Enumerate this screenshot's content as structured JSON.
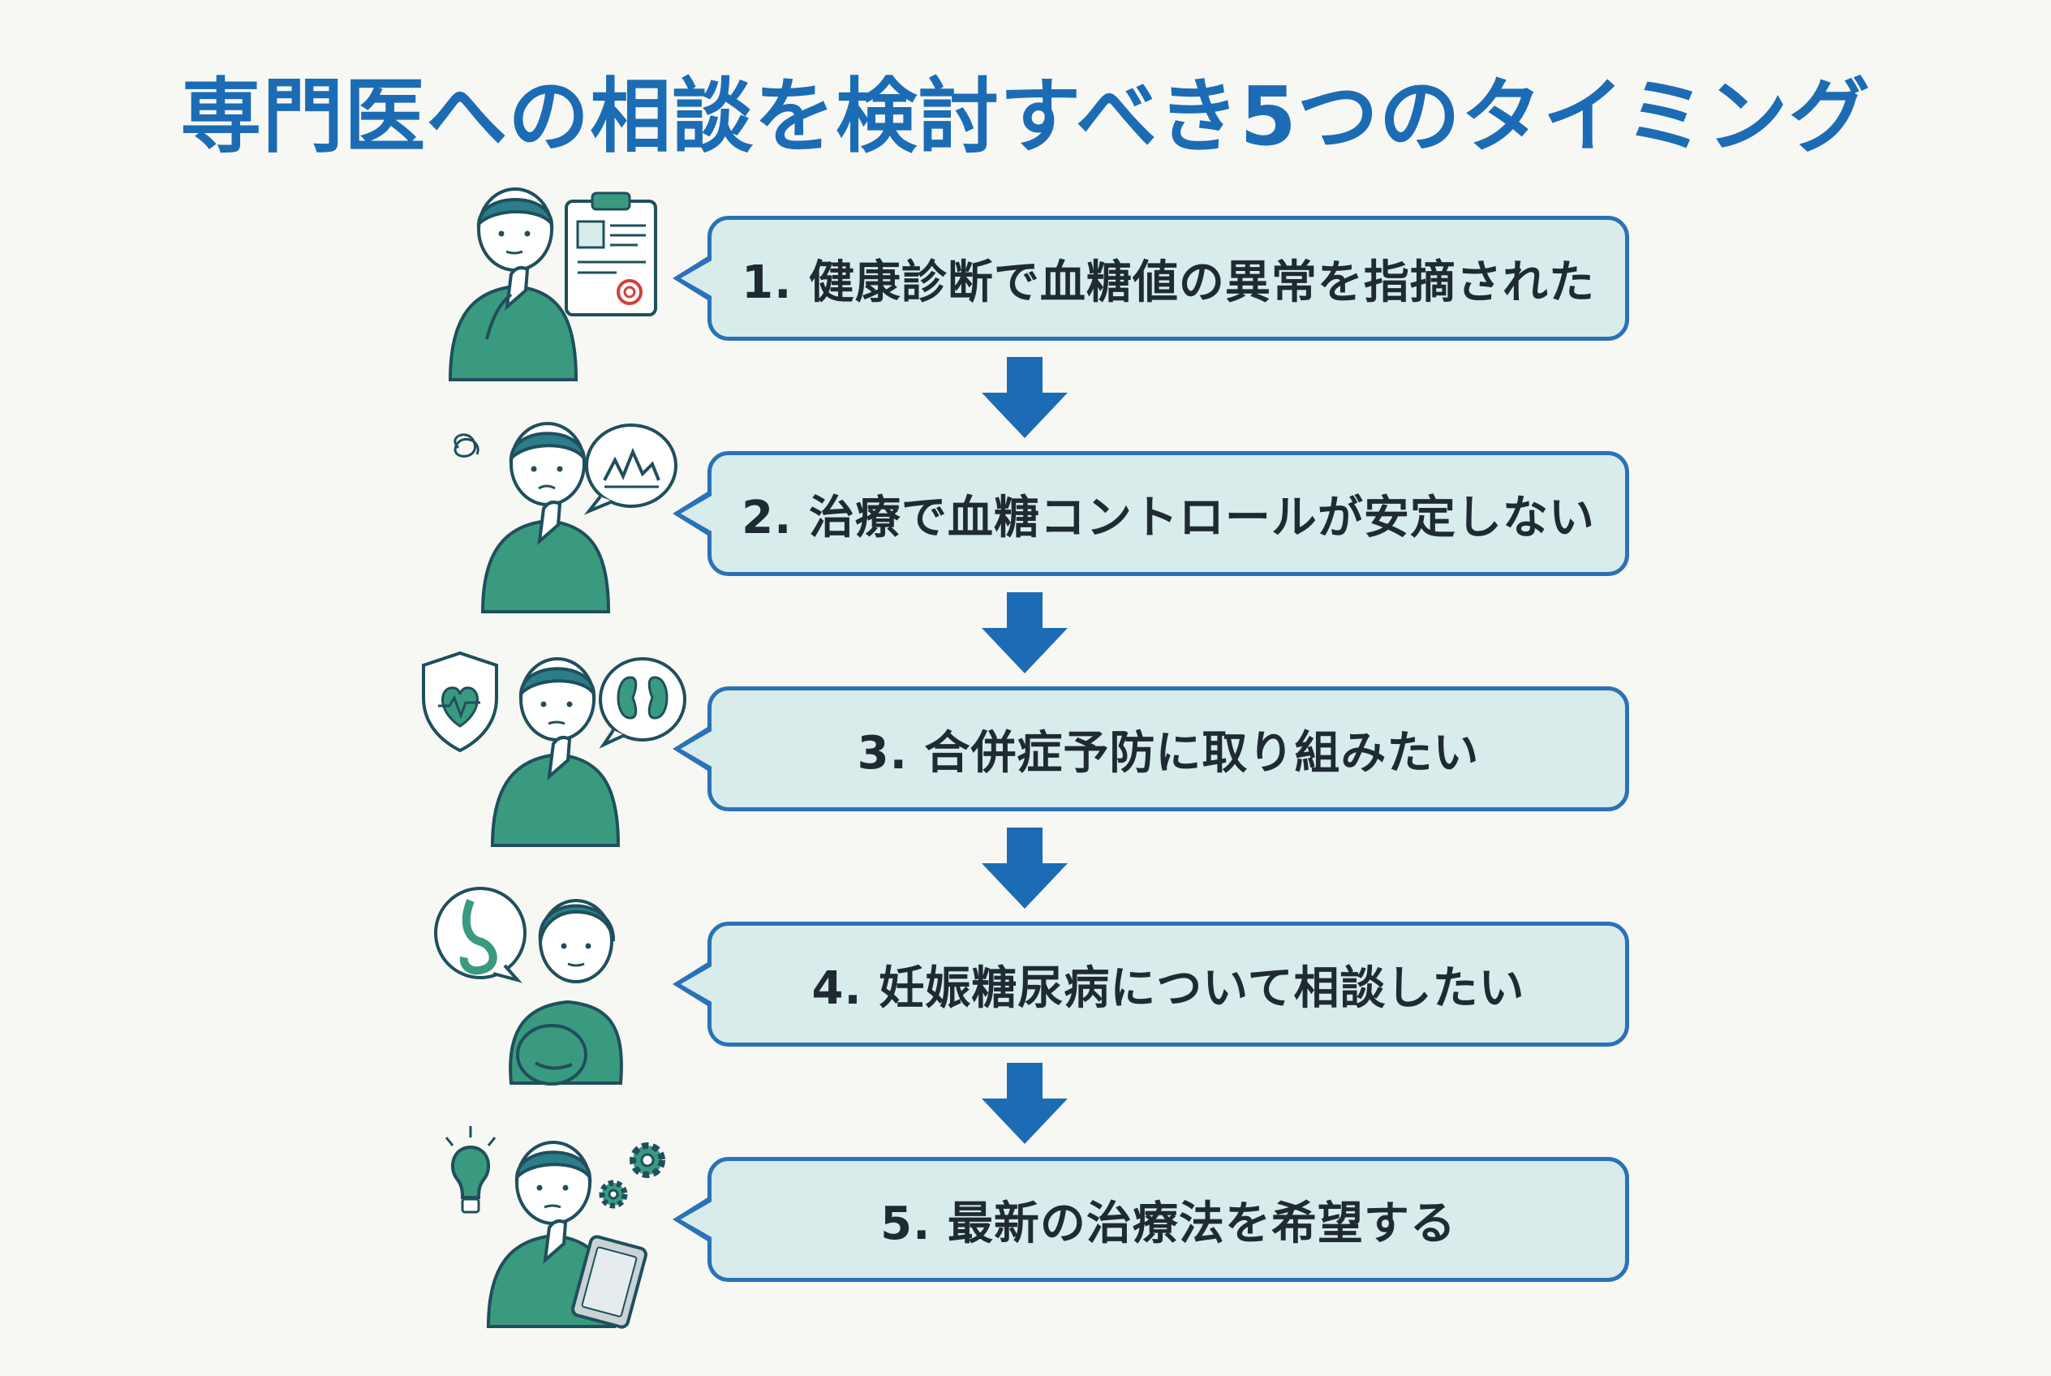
{
  "title": "専門医への相談を検討すべき5つのタイミング",
  "steps": [
    {
      "label": "1. 健康診断で血糖値の異常を指摘された"
    },
    {
      "label": "2. 治療で血糖コントロールが安定しない"
    },
    {
      "label": "3. 合併症予防に取り組みたい"
    },
    {
      "label": "4. 妊娠糖尿病について相談したい"
    },
    {
      "label": "5. 最新の治療法を希望する"
    }
  ],
  "colors": {
    "title": "#1b6cb4",
    "box_fill": "#d8ecec",
    "box_border": "#2a72b8",
    "arrow": "#1b6cb4",
    "figure": "#3a9a80",
    "figure_dark": "#1f4f5c",
    "hair": "#2b7d8a"
  },
  "icons": [
    "clipboard-report-icon",
    "line-chart-bubble-icon",
    "heart-shield-icon",
    "kidney-bubble-icon",
    "pregnancy-bubble-icon",
    "lightbulb-icon",
    "gears-icon",
    "tablet-icon"
  ]
}
